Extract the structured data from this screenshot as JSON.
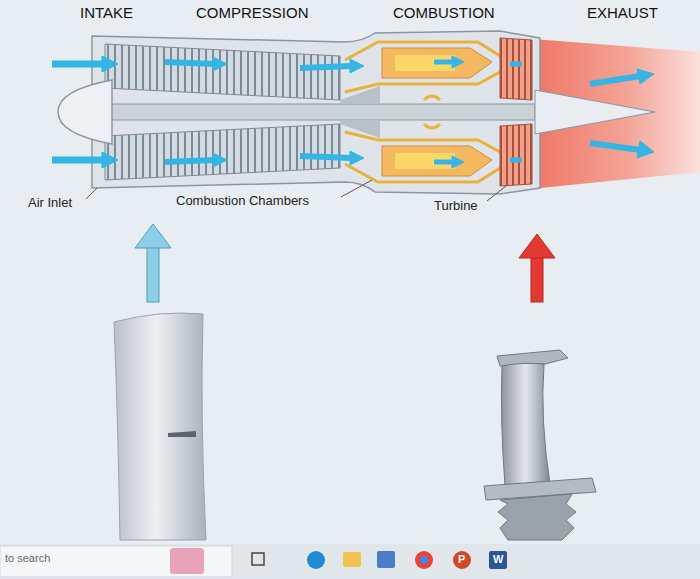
{
  "diagram": {
    "labels": [
      "INTAKE",
      "COMPRESSION",
      "COMBUSTION",
      "EXHAUST",
      "Air Inlet",
      "Combustion Chambers",
      "Turbine",
      "to search",
      "P",
      "W"
    ]
  }
}
